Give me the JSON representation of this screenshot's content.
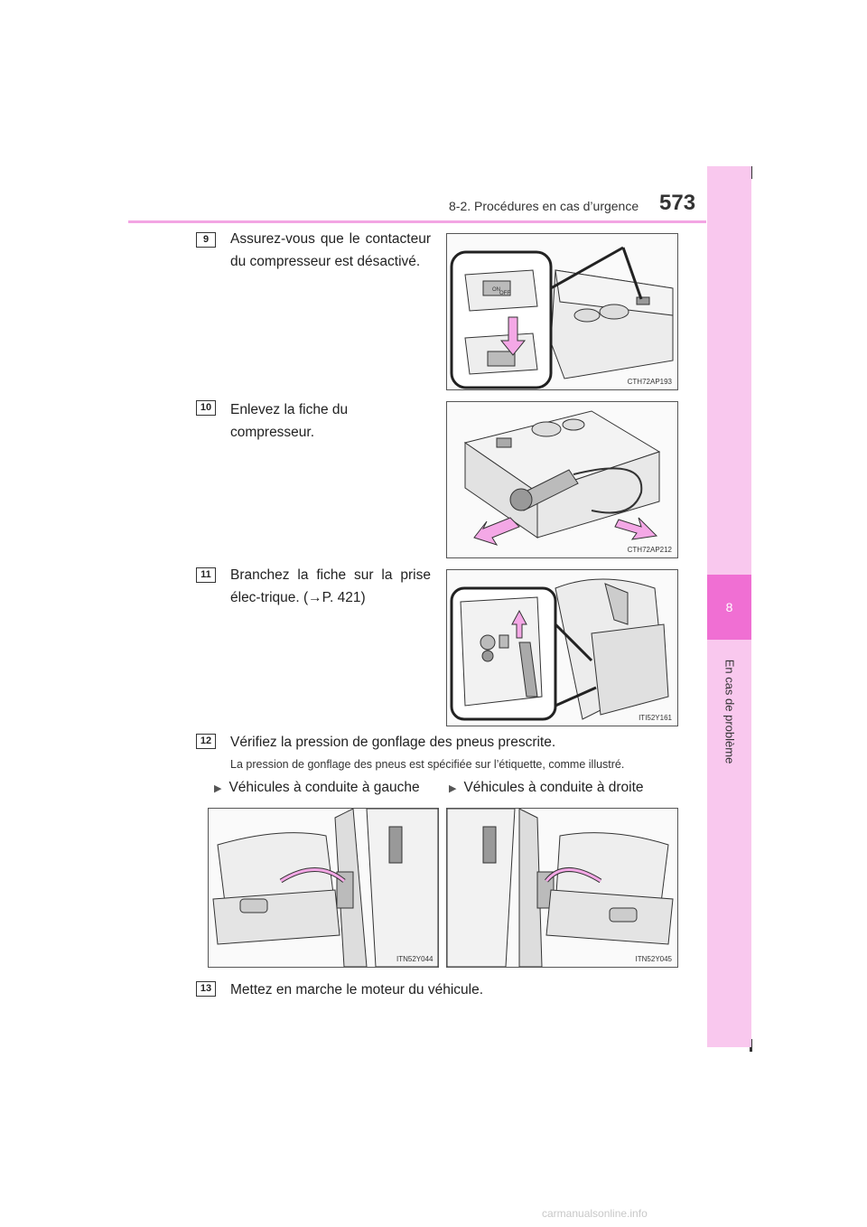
{
  "header": {
    "section": "8-2. Procédures en cas d’urgence",
    "page_number": "573"
  },
  "side_tab": {
    "chapter": "8",
    "title": "En cas de problème"
  },
  "steps": [
    {
      "num": "9",
      "text": "Assurez-vous que le contacteur du compresseur est désactivé.",
      "figure_code": "CTH72AP193"
    },
    {
      "num": "10",
      "text": "Enlevez la fiche du compresseur.",
      "figure_code": "CTH72AP212"
    },
    {
      "num": "11",
      "text": "Branchez la fiche sur la prise élec-trique. (→P. 421)",
      "figure_code": "ITI52Y161"
    },
    {
      "num": "12",
      "text": "Vérifiez la pression de gonflage des pneus prescrite.",
      "note": "La pression de gonflage des pneus est spécifiée sur l’étiquette, comme illustré."
    },
    {
      "num": "13",
      "text": "Mettez en marche le moteur du véhicule."
    }
  ],
  "sub_figures": [
    {
      "label": "Véhicules à conduite à gauche",
      "figure_code": "ITN52Y044"
    },
    {
      "label": "Véhicules à conduite à droite",
      "figure_code": "ITN52Y045"
    }
  ],
  "switch_labels": {
    "on": "ON",
    "off": "OFF"
  },
  "watermark": "carmanualsonline.info",
  "colors": {
    "accent_pink": "#f06fd3",
    "tab_pink": "#f9c8ee",
    "rule_pink": "#f3a5e3",
    "arrow_pink": "#f4a8e6"
  }
}
